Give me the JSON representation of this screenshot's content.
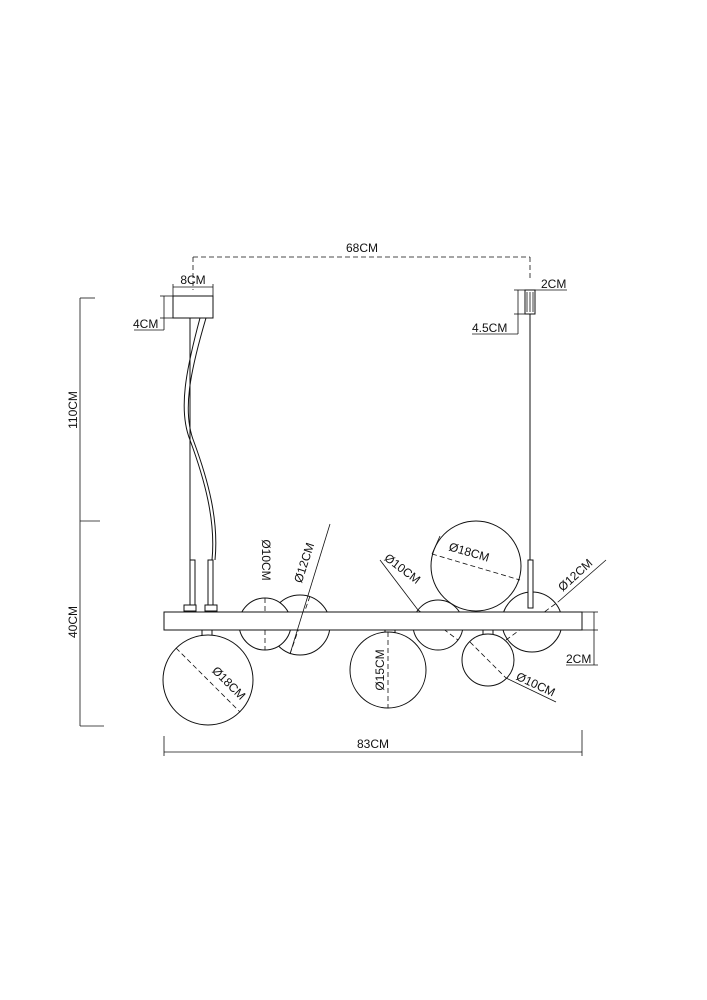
{
  "dimensions": {
    "top_width": "68CM",
    "canopy_width": "8CM",
    "canopy_height": "4CM",
    "anchor_width": "2CM",
    "anchor_height": "4.5CM",
    "suspension_length": "110CM",
    "body_height": "40CM",
    "bar_thickness": "2CM",
    "overall_width": "83CM"
  },
  "globes": {
    "g1": "Ø18CM",
    "g2": "Ø10CM",
    "g3": "Ø12CM",
    "g4": "Ø15CM",
    "g5": "Ø10CM",
    "g6": "Ø18CM",
    "g7": "Ø10CM",
    "g8": "Ø12CM"
  }
}
